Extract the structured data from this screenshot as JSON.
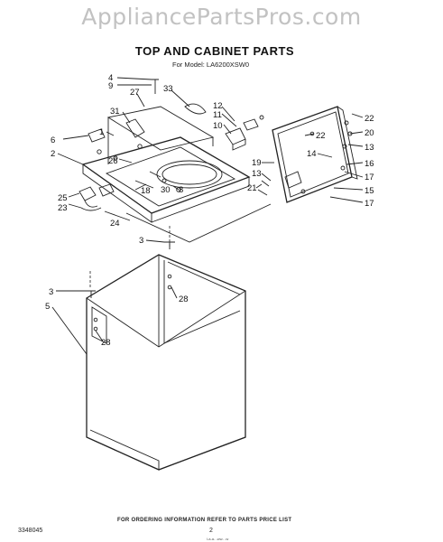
{
  "watermark": "AppliancePartsPros.com",
  "title": "TOP AND CABINET PARTS",
  "model": "For Model: LA6200XSW0",
  "footer_note": "FOR ORDERING INFORMATION REFER TO PARTS PRICE LIST",
  "doc_number": "3348045",
  "page_number": "2",
  "print_code": "l-a-a- -ww- -w",
  "callouts": {
    "c4": "4",
    "c9": "9",
    "c27": "27",
    "c33": "33",
    "c31": "31",
    "c1": "1",
    "c6": "6",
    "c2": "2",
    "c26": "26",
    "c18": "18",
    "c30": "30",
    "c8": "8",
    "c25": "25",
    "c23": "23",
    "c24": "24",
    "c12": "12",
    "c11": "11",
    "c10": "10",
    "c22a": "22",
    "c22b": "22",
    "c20": "20",
    "c13a": "13",
    "c14": "14",
    "c16": "16",
    "c17a": "17",
    "c19": "19",
    "c13b": "13",
    "c21": "21",
    "c15": "15",
    "c17b": "17",
    "c3a": "3",
    "c3b": "3",
    "c28a": "28",
    "c5": "5",
    "c28b": "28"
  }
}
